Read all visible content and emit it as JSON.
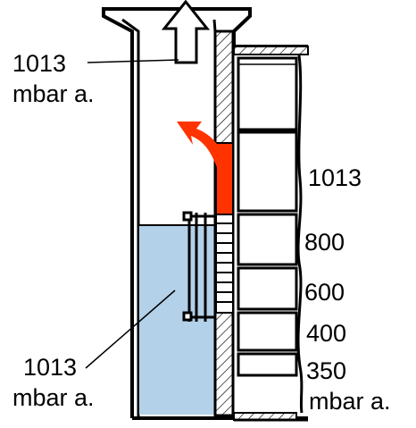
{
  "labels": {
    "top_left_value": "1013",
    "top_left_unit": "mbar a.",
    "bottom_left_value": "1013",
    "bottom_left_unit": "mbar a.",
    "level_1013": "1013",
    "level_800": "800",
    "level_600": "600",
    "level_400": "400",
    "level_350": "350",
    "right_unit": "mbar a."
  },
  "colors": {
    "liquid": "#b3d1e8",
    "gas_flow": "#ff3300",
    "outline": "#000000"
  }
}
